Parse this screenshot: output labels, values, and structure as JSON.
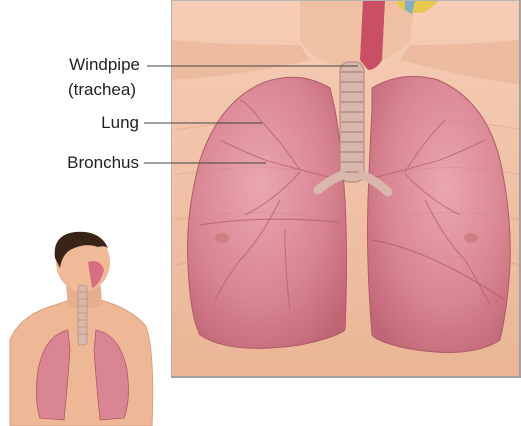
{
  "labels": {
    "windpipe_line1": "Windpipe",
    "windpipe_line2": "(trachea)",
    "lung": "Lung",
    "bronchus": "Bronchus"
  },
  "colors": {
    "skin": "#f1c2a8",
    "skin_shadow": "#d99c80",
    "lung": "#d67d8a",
    "lung_light": "#e59ba6",
    "lung_dark": "#b85f6e",
    "trachea": "#d9b8ad",
    "frame_border": "#b5b5b5",
    "label_text": "#222222",
    "leader_line": "#444444",
    "hair": "#3a2418"
  }
}
